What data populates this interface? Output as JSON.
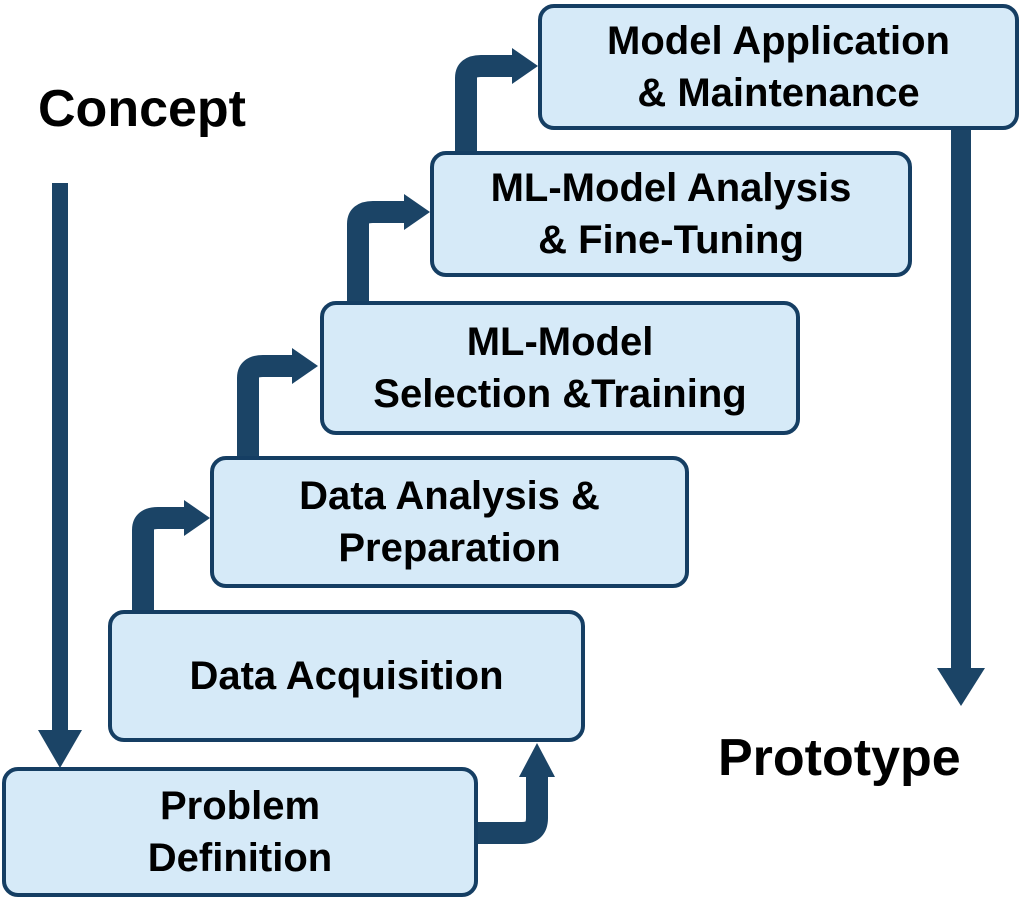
{
  "colors": {
    "box_fill": "#d6eaf8",
    "box_border": "#153e63",
    "arrow": "#1b4466",
    "text": "#000000"
  },
  "labels": {
    "start": "Concept",
    "end": "Prototype"
  },
  "stages": [
    {
      "id": "problem-definition",
      "lines": [
        "Problem",
        "Definition"
      ]
    },
    {
      "id": "data-acquisition",
      "lines": [
        "Data Acquisition"
      ]
    },
    {
      "id": "data-analysis-preparation",
      "lines": [
        "Data Analysis &",
        "Preparation"
      ]
    },
    {
      "id": "ml-model-selection-training",
      "lines": [
        "ML-Model",
        "Selection &Training"
      ]
    },
    {
      "id": "ml-model-analysis-fine-tuning",
      "lines": [
        "ML-Model Analysis",
        "& Fine-Tuning"
      ]
    },
    {
      "id": "model-application-maintenance",
      "lines": [
        "Model Application",
        "& Maintenance"
      ]
    }
  ]
}
